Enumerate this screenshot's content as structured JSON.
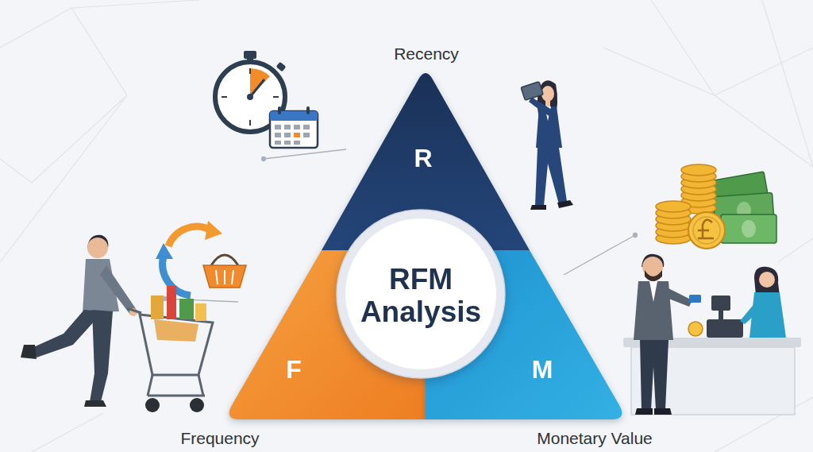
{
  "diagram": {
    "nodes": [
      {
        "text": [
          "R"
        ]
      },
      {
        "text": [
          "RFM Analysis"
        ]
      },
      {
        "text": [
          "F"
        ]
      },
      {
        "text": [
          "M"
        ]
      }
    ],
    "labels": [
      "Recency",
      "Frequency",
      "Monetary Value"
    ]
  }
}
